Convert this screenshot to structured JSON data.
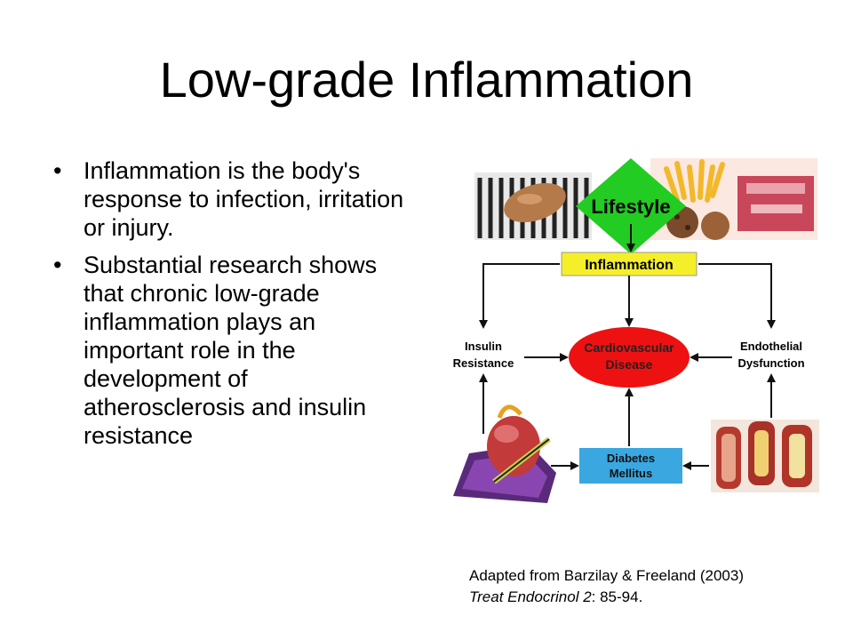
{
  "title": "Low-grade Inflammation",
  "bullets": [
    "Inflammation is the body's response to infection, irritation or injury.",
    "Substantial research shows that chronic low-grade inflammation plays an important role in the development of atherosclerosis and insulin resistance"
  ],
  "diagram": {
    "lifestyle": "Lifestyle",
    "inflammation": "Inflammation",
    "cardio_line1": "Cardiovascular",
    "cardio_line2": "Disease",
    "insulin_line1": "Insulin",
    "insulin_line2": "Resistance",
    "endo_line1": "Endothelial",
    "endo_line2": "Dysfunction",
    "diabetes_line1": "Diabetes",
    "diabetes_line2": "Mellitus"
  },
  "citation": {
    "line1": "Adapted from Barzilay & Freeland (2003)",
    "journal": "Treat Endocrinol 2",
    "pages": ": 85-94."
  },
  "colors": {
    "lifestyle_diamond": "#22cc22",
    "inflammation_box": "#f5ef2a",
    "cardio_ellipse": "#ee1111",
    "diabetes_box": "#3aa7e0",
    "arrow": "#111111"
  }
}
